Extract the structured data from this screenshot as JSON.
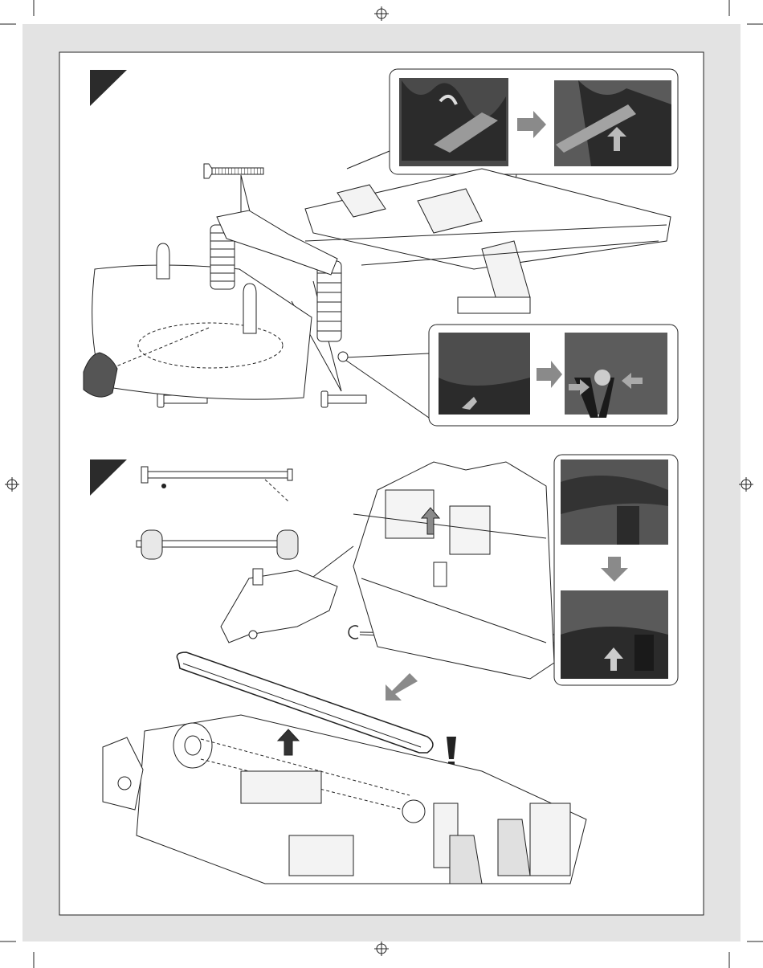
{
  "page": {
    "background": "#ffffff",
    "margin_color": "#e3e3e3",
    "line_color": "#2a2a2a",
    "photo_dark": "#2b2b2b",
    "photo_mid": "#6e6e6e",
    "arrow_gray": "#8a8a8a",
    "body_text": ""
  },
  "steps": [
    {
      "id": "step-1",
      "number_text": "",
      "insets": [
        {
          "id": "inset-top",
          "panels": 2,
          "arrow": "right-arrow-icon"
        },
        {
          "id": "inset-bottom",
          "panels": 2,
          "arrow": "right-arrow-icon"
        }
      ]
    },
    {
      "id": "step-2",
      "number_text": "",
      "insets": [
        {
          "id": "inset-right",
          "panels": 2,
          "arrow": "down-arrow-icon"
        }
      ]
    }
  ],
  "icons": [
    "registration-mark-icon",
    "crop-mark-icon",
    "caution-exclamation-icon",
    "right-arrow-icon",
    "down-arrow-icon",
    "up-arrow-icon"
  ]
}
